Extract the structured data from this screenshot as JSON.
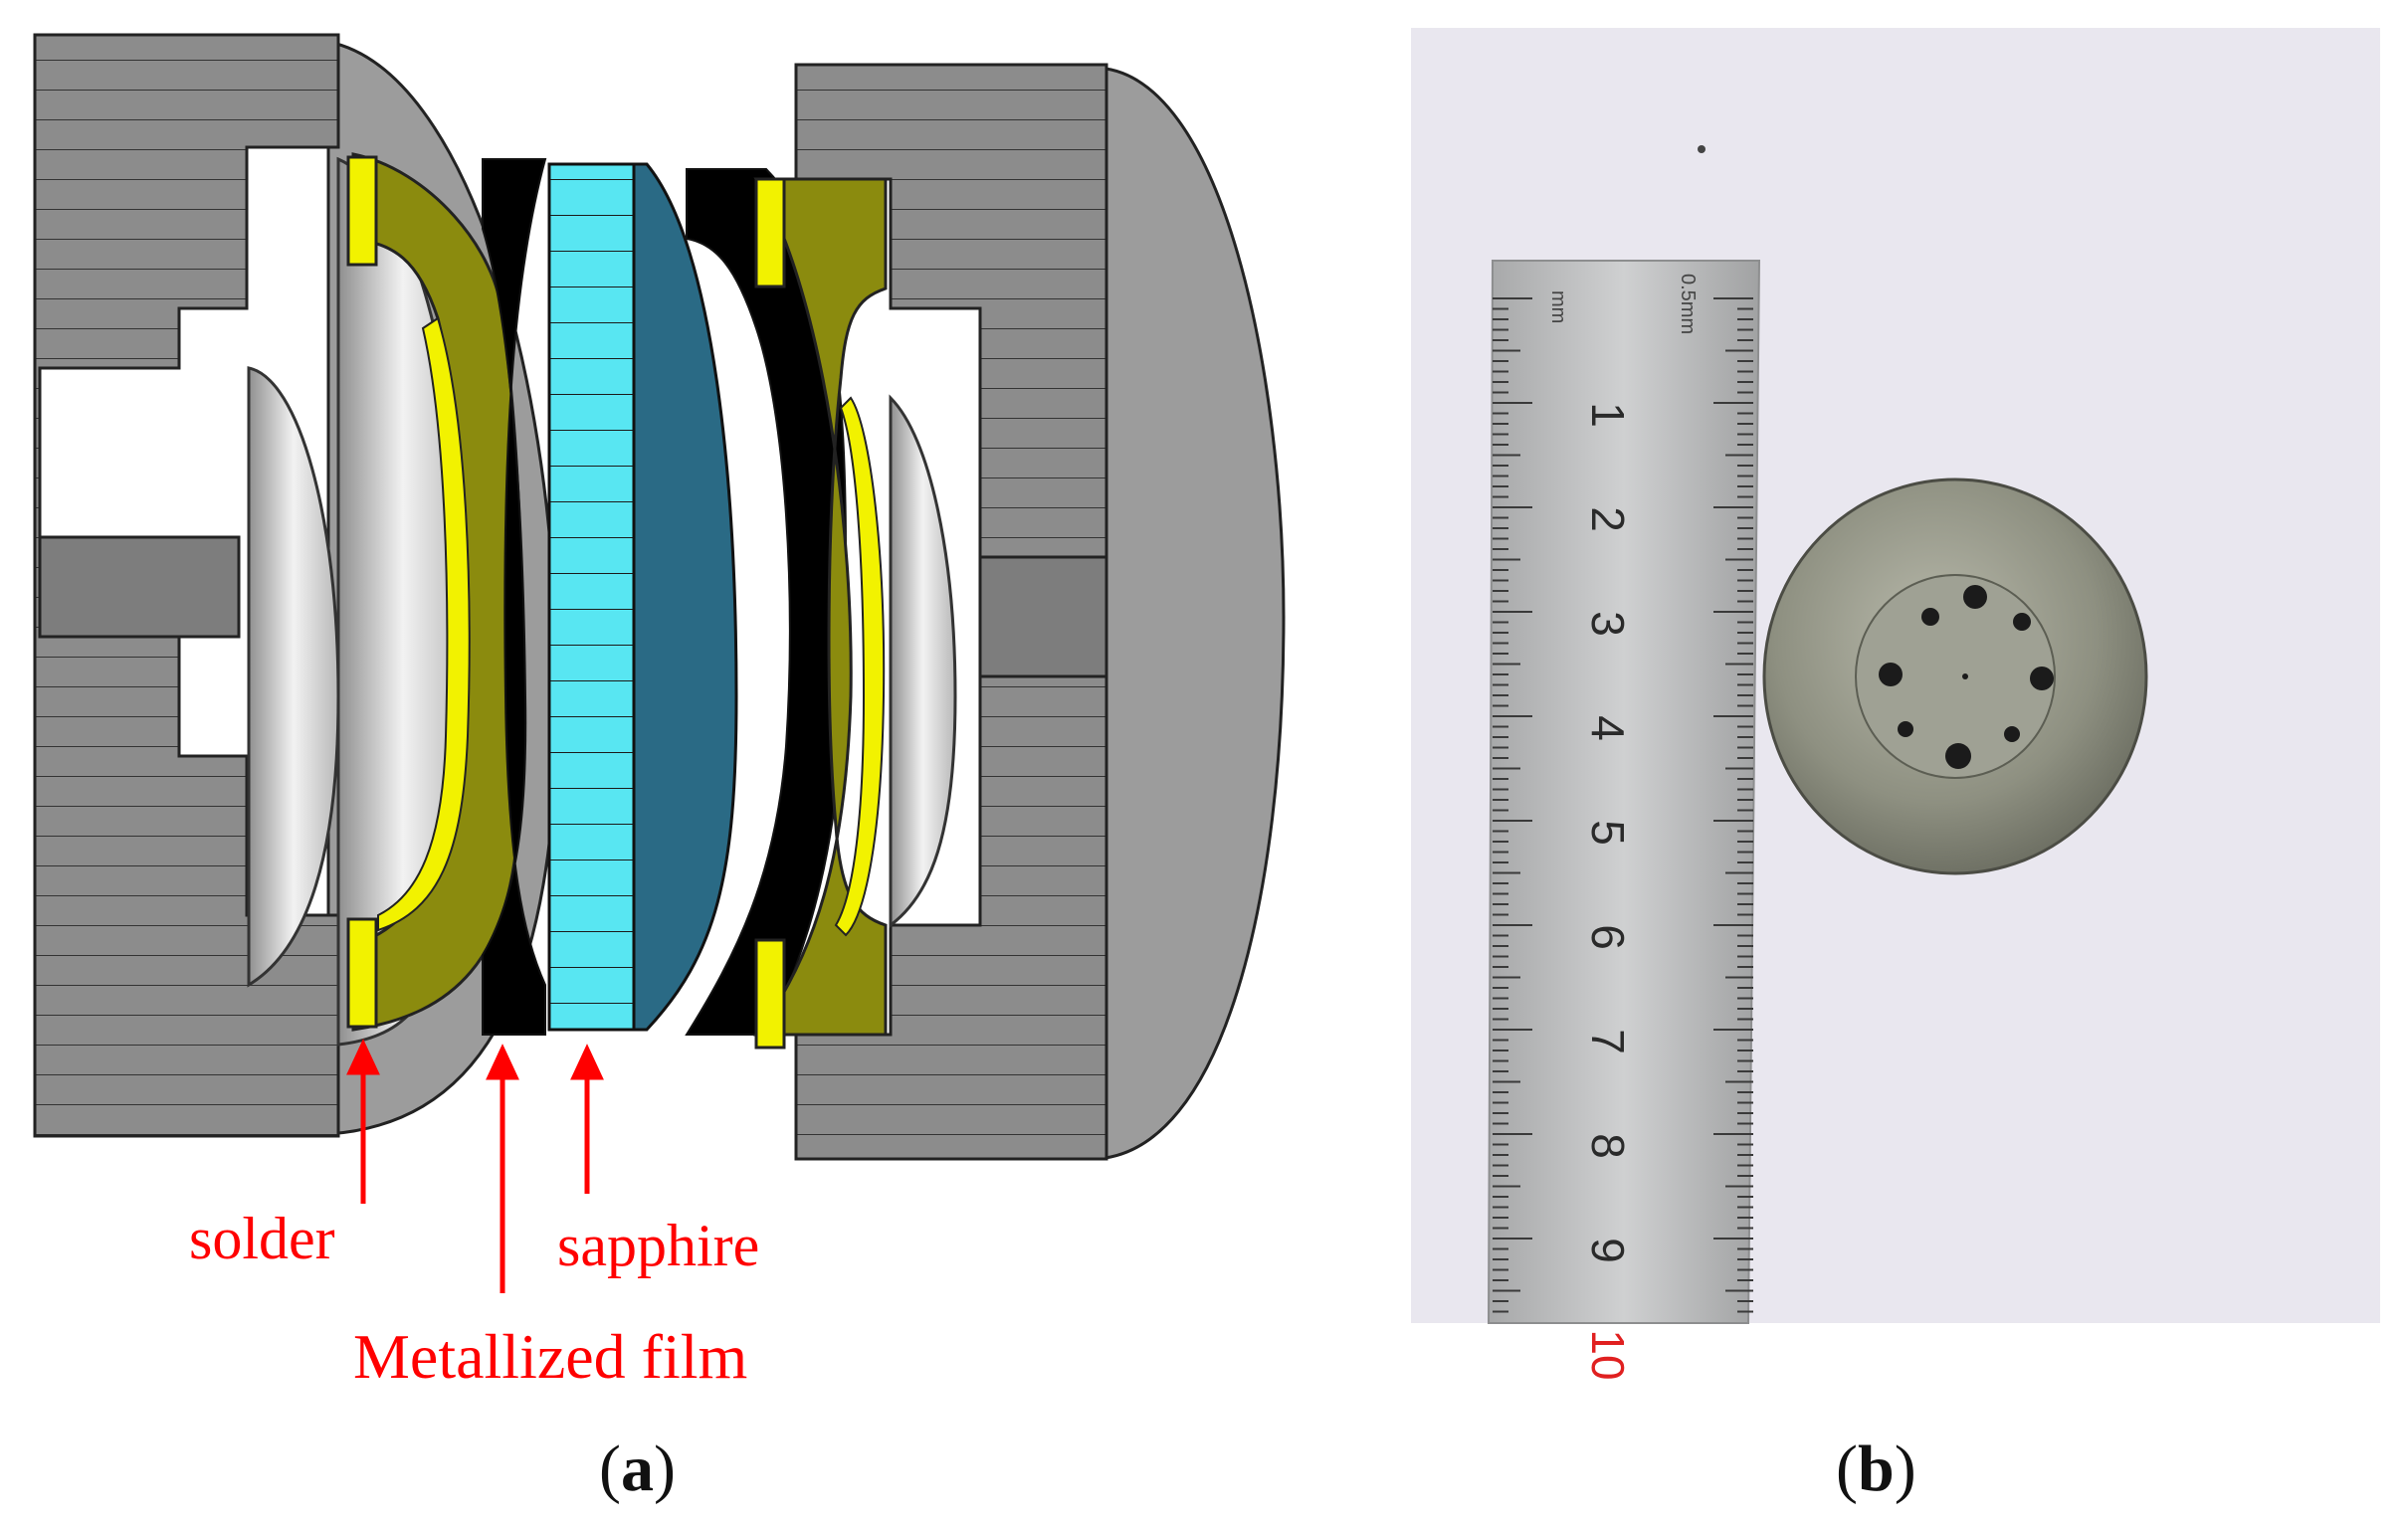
{
  "panel_a": {
    "labels": {
      "solder": "solder",
      "sapphire": "sapphire",
      "metallized_film": "Metallized film"
    },
    "caption_open": "(",
    "caption_letter": "a",
    "caption_close": ")"
  },
  "panel_b": {
    "ruler": {
      "unit_mark": "mm",
      "scale_note": "0.5mm",
      "numbers": [
        "1",
        "2",
        "3",
        "4",
        "5",
        "6",
        "7",
        "8",
        "9",
        "10"
      ]
    },
    "caption_open": "(",
    "caption_letter": "b",
    "caption_close": ")"
  },
  "colors": {
    "housing_gray": "#8a8a8a",
    "housing_face": "#9a9a9a",
    "solder_yellow": "#f2f200",
    "metal_olive": "#8a8a10",
    "sapphire_cyan": "#58e6f2",
    "sapphire_dark": "#2a6a85",
    "film_black": "#000000",
    "annotation_red": "#ff0000",
    "photo_background": "#e8e6ee",
    "ruler_steel": "#b9babb",
    "disk_metal": "#8d8f80"
  }
}
